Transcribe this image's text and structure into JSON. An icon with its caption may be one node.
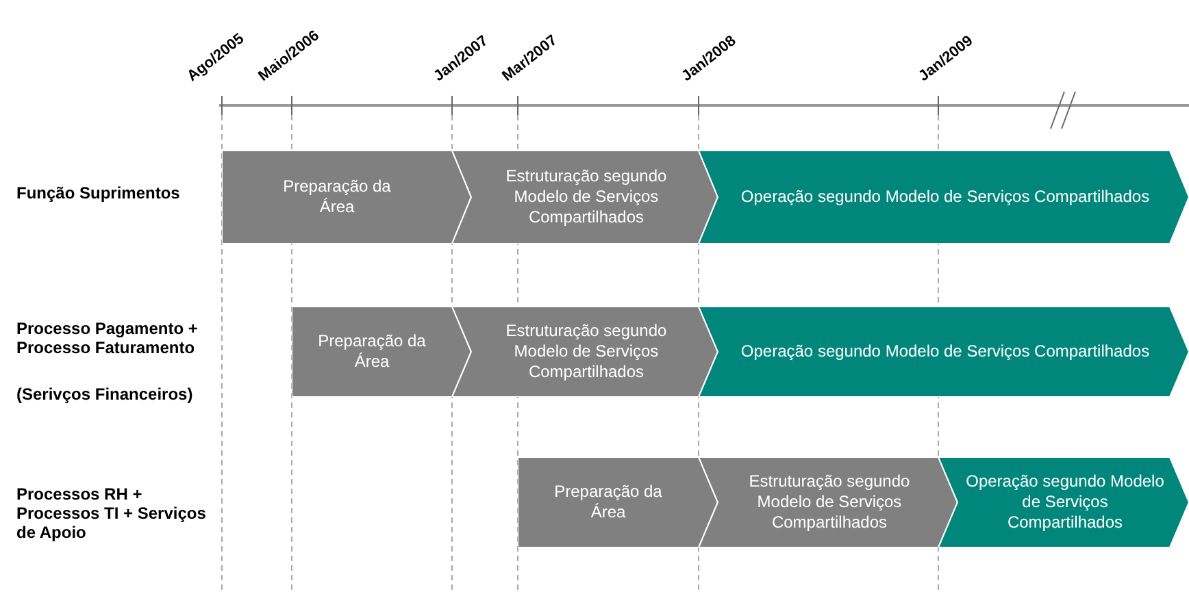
{
  "diagram": {
    "nodes": [
      {
        "text": [
          "Preparação da Área"
        ]
      },
      {
        "text": [
          "Estruturação segundo Modelo de Serviços Compartilhados"
        ]
      },
      {
        "text": [
          "Operação segundo Modelo de Serviços Compartilhados"
        ]
      },
      {
        "text": [
          "Preparação da Área"
        ]
      },
      {
        "text": [
          "Estruturação segundo Modelo de Serviços Compartilhados"
        ]
      },
      {
        "text": [
          "Operação segundo Modelo de Serviços Compartilhados"
        ]
      },
      {
        "text": [
          "Preparação da Área"
        ]
      },
      {
        "text": [
          "Estruturação segundo Modelo de Serviços Compartilhados"
        ]
      },
      {
        "text": [
          "Operação segundo Modelo de Serviços Compartilhados"
        ]
      }
    ],
    "edges": [],
    "labels": [
      "Ago/2005",
      "Maio/2006",
      "Jan/2007",
      "Mar/2007",
      "Jan/2008",
      "Jan/2009",
      "Função Suprimentos",
      "Processo Pagamento + Processo Faturamento",
      "(Serivços Financeiros)",
      "Processos RH + Processos TI + Serviços de Apoio"
    ]
  }
}
